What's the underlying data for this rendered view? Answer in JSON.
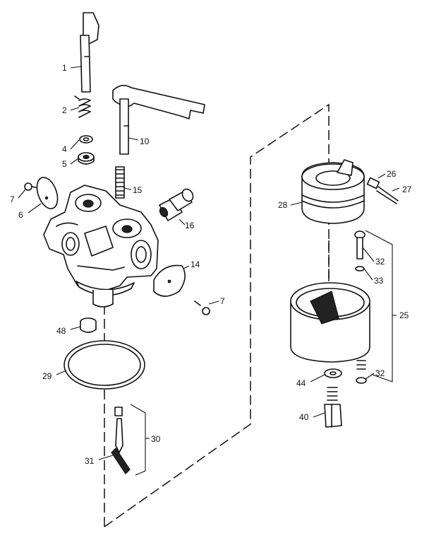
{
  "callouts": [
    {
      "id": "1",
      "text": "1"
    },
    {
      "id": "2",
      "text": "2"
    },
    {
      "id": "4",
      "text": "4"
    },
    {
      "id": "5",
      "text": "5"
    },
    {
      "id": "7a",
      "text": "7"
    },
    {
      "id": "6",
      "text": "6"
    },
    {
      "id": "10",
      "text": "10"
    },
    {
      "id": "15",
      "text": "15"
    },
    {
      "id": "16",
      "text": "16"
    },
    {
      "id": "14",
      "text": "14"
    },
    {
      "id": "7b",
      "text": "7"
    },
    {
      "id": "48",
      "text": "48"
    },
    {
      "id": "29",
      "text": "29"
    },
    {
      "id": "30",
      "text": "30"
    },
    {
      "id": "31",
      "text": "31"
    },
    {
      "id": "26",
      "text": "26"
    },
    {
      "id": "27",
      "text": "27"
    },
    {
      "id": "28",
      "text": "28"
    },
    {
      "id": "32a",
      "text": "32"
    },
    {
      "id": "33",
      "text": "33"
    },
    {
      "id": "25",
      "text": "25"
    },
    {
      "id": "44",
      "text": "44"
    },
    {
      "id": "32b",
      "text": "32"
    },
    {
      "id": "40",
      "text": "40"
    }
  ]
}
